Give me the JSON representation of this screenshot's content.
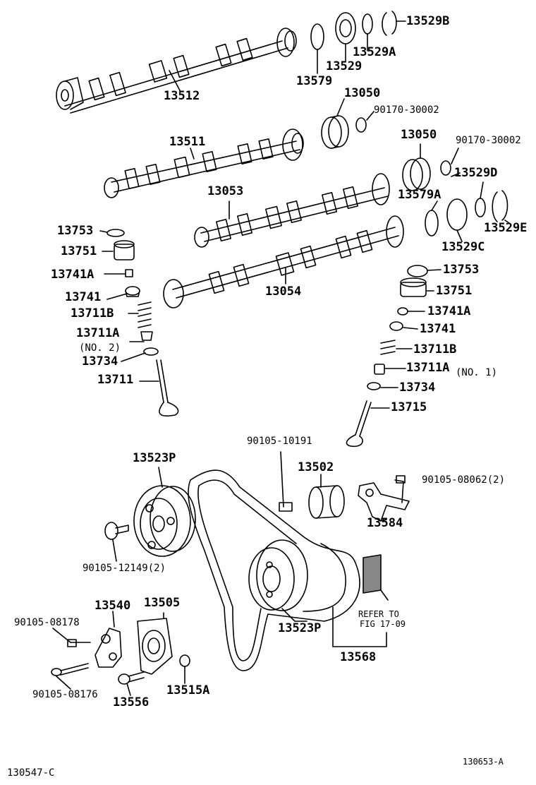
{
  "parts": {
    "p13529B": "13529B",
    "p13529A": "13529A",
    "p13529": "13529",
    "p13579": "13579",
    "p13512": "13512",
    "p13050_a": "13050",
    "p90170_a": "90170-30002",
    "p13511": "13511",
    "p13050_b": "13050",
    "p90170_b": "90170-30002",
    "p13529D": "13529D",
    "p13053": "13053",
    "p13579A": "13579A",
    "p13529E": "13529E",
    "p13529C": "13529C",
    "p13054": "13054",
    "p13753_l": "13753",
    "p13751_l": "13751",
    "p13741A_l": "13741A",
    "p13741_l": "13741",
    "p13711B_l": "13711B",
    "p13711A_l": "13711A",
    "no2": "(NO. 2)",
    "p13734_l": "13734",
    "p13711": "13711",
    "p13753_r": "13753",
    "p13751_r": "13751",
    "p13741A_r": "13741A",
    "p13741_r": "13741",
    "p13711B_r": "13711B",
    "p13711A_r": "13711A",
    "no1": "(NO. 1)",
    "p13734_r": "13734",
    "p13715": "13715",
    "p90105_10191": "90105-10191",
    "p13502": "13502",
    "p90105_08062": "90105-08062(2)",
    "p13584": "13584",
    "p13523P_a": "13523P",
    "p90105_12149": "90105-12149(2)",
    "p13540": "13540",
    "p13505": "13505",
    "p90105_08178": "90105-08178",
    "p13523P_b": "13523P",
    "refer_1": "REFER TO",
    "refer_2": "FIG 17-09",
    "p13568": "13568",
    "p90105_08176": "90105-08176",
    "p13556": "13556",
    "p13515A": "13515A"
  },
  "footer": {
    "left_code": "130547-C",
    "right_code": "130653-A"
  }
}
